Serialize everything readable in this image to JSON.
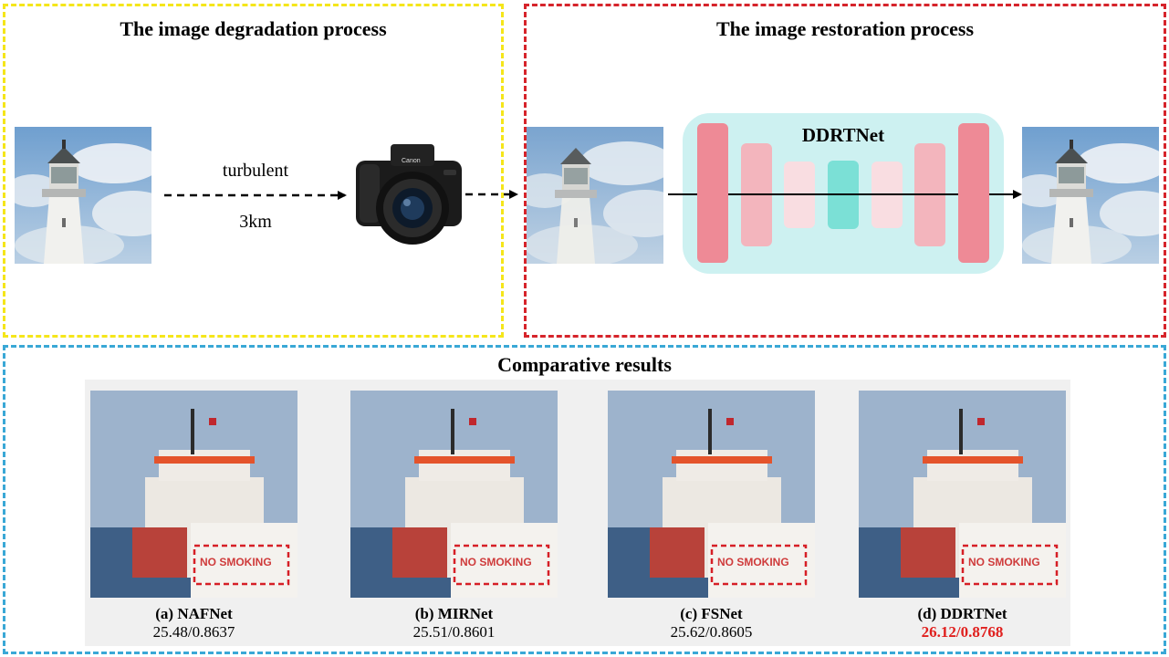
{
  "degradation": {
    "title": "The image degradation process",
    "label_top": "turbulent",
    "label_bottom": "3km"
  },
  "restoration": {
    "title": "The image restoration process",
    "network_name": "DDRTNet"
  },
  "comparative": {
    "title": "Comparative results",
    "sign_text": "NO SMOKING",
    "results": [
      {
        "label": "(a)  NAFNet",
        "score": "25.48/0.8637"
      },
      {
        "label": "(b)  MIRNet",
        "score": "25.51/0.8601"
      },
      {
        "label": "(c)  FSNet",
        "score": "25.62/0.8605"
      },
      {
        "label": "(d)  DDRTNet",
        "score": "26.12/0.8768"
      }
    ]
  },
  "colors": {
    "degradation_border": "#f5e61a",
    "restoration_border": "#d6242b",
    "comparative_border": "#3aa8d6",
    "network_bg": "#cdf1f1",
    "block_outer": "#ee8a96",
    "block_mid": "#f3b5bd",
    "block_inner": "#f9dde1",
    "block_center": "#7be0d6",
    "best_score": "#e0201e"
  }
}
